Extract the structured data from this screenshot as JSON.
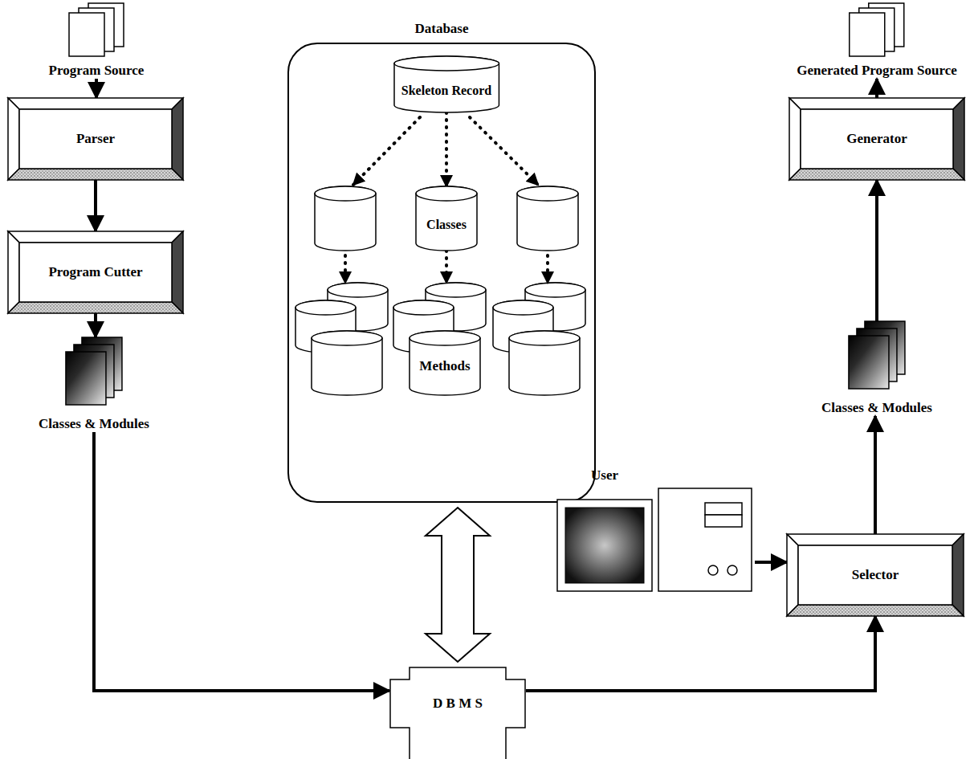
{
  "diagram": {
    "nodes": [
      {
        "text": [
          "Program Source"
        ]
      },
      {
        "text": [
          "Parser"
        ]
      },
      {
        "text": [
          "Program Cutter"
        ]
      },
      {
        "text": [
          "Classes & Modules"
        ]
      },
      {
        "text": [
          "Database"
        ]
      },
      {
        "text": [
          "Skeleton Record"
        ],
        "in": 4
      },
      {
        "text": [
          "Classes"
        ],
        "in": 4
      },
      {
        "text": [
          "Methods"
        ],
        "in": 4
      },
      {
        "text": [
          "D B M S"
        ]
      },
      {
        "text": [
          "User"
        ]
      },
      {
        "text": [
          "Selector"
        ]
      },
      {
        "text": [
          "Classes & Modules"
        ]
      },
      {
        "text": [
          "Generator"
        ]
      },
      {
        "text": [
          "Generated Program Source"
        ]
      }
    ],
    "edges": [
      {
        "from": 0,
        "to": 1,
        "arrow": "to"
      },
      {
        "from": 1,
        "to": 2,
        "arrow": "to"
      },
      {
        "from": 2,
        "to": 3,
        "arrow": "to"
      },
      {
        "from": 3,
        "to": 8,
        "arrow": "to"
      },
      {
        "from": 4,
        "to": 8,
        "arrow": "both"
      },
      {
        "from": 8,
        "to": 10,
        "arrow": "to"
      },
      {
        "from": 9,
        "to": 10,
        "arrow": "to"
      },
      {
        "from": 10,
        "to": 11,
        "arrow": "to"
      },
      {
        "from": 11,
        "to": 12,
        "arrow": "to"
      },
      {
        "from": 12,
        "to": 13,
        "arrow": "to"
      },
      {
        "from": 5,
        "to": 6,
        "arrow": "to"
      },
      {
        "from": 6,
        "to": 7,
        "arrow": "to"
      }
    ]
  }
}
